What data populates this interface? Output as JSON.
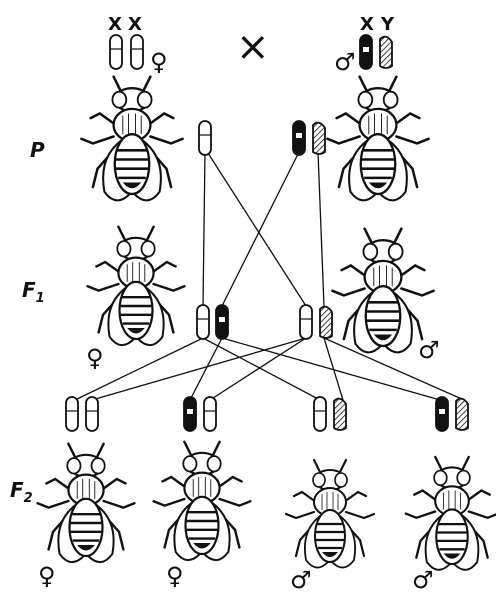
{
  "labels": {
    "generation_p": "P",
    "generation_f1": "F",
    "generation_f1_sub": "1",
    "generation_f2": "F",
    "generation_f2_sub": "2",
    "cross_symbol": "×",
    "female_symbol": "♀",
    "male_symbol": "♂",
    "x_letter": "X",
    "y_letter": "Y"
  }
}
